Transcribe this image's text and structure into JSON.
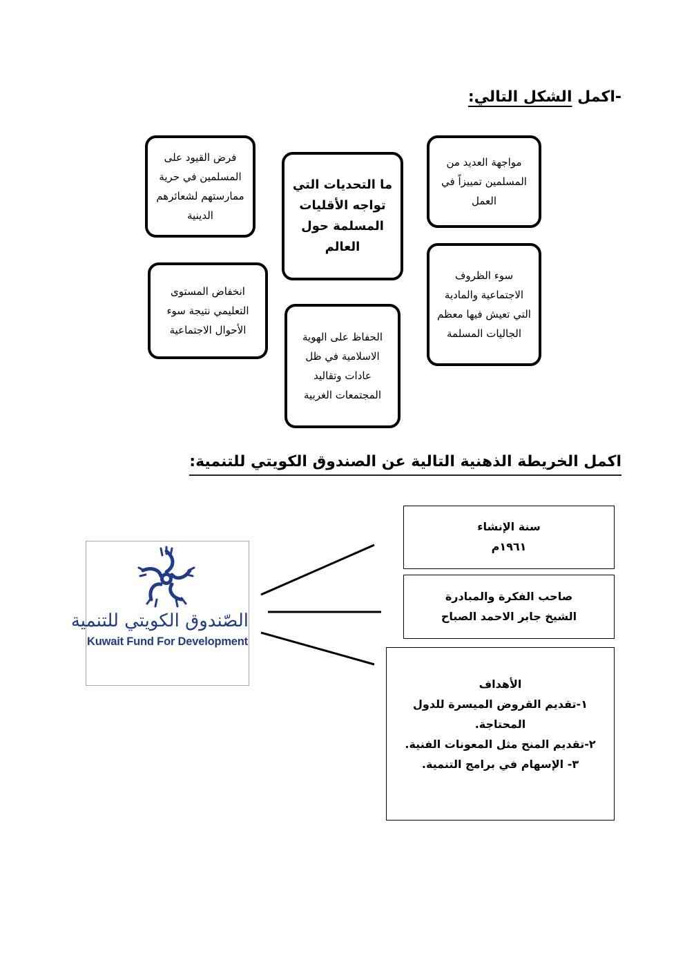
{
  "section1": {
    "title_prefix": "-اكمل ",
    "title_underlined": "الشكل التالي:",
    "center": "ما التحديات التي تواجه الأقليات المسلمة حول العالم",
    "items": [
      "فرض القيود على المسلمين في حرية ممارستهم لشعائرهم الدينية",
      "مواجهة العديد من المسلمين تمييزاً في العمل",
      "انخفاض المستوى التعليمي نتيجة سوء الأحوال الاجتماعية",
      "سوء الظروف الاجتماعية والمادية التي تعيش فيها معظم الجاليات المسلمة",
      "الحفاظ على الهوية الاسلامية في ظل عادات وتقاليد المجتمعات الغربية"
    ]
  },
  "section2": {
    "title": "اكمل الخريطة الذهنية التالية عن الصندوق الكويتي للتنمية:",
    "logo": {
      "arabic": "الصّندوق الكويتي للتنمية",
      "english": "Kuwait Fund For Development",
      "color": "#1f3c8c"
    },
    "boxes": {
      "founding": {
        "label": "سنة الإنشاء",
        "value": "١٩٦١م"
      },
      "founder": {
        "label": "صاحب الفكرة والمبادرة",
        "value": "الشيخ جابر الاحمد الصباح"
      },
      "goals": {
        "label": "الأهداف",
        "items": [
          "١-تقديم القروض الميسرة للدول المحتاجة.",
          "٢-تقديم المنح مثل المعونات الفنية.",
          "٣- الإسهام في برامج التنمية."
        ]
      }
    }
  }
}
